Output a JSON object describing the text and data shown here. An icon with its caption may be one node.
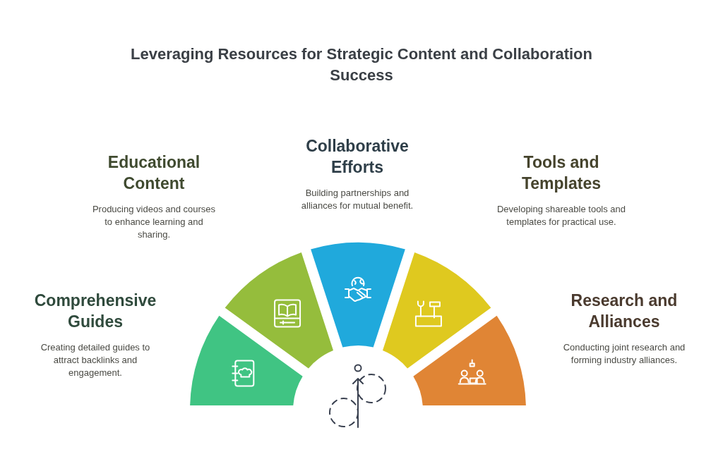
{
  "diagram": {
    "title": "Leveraging Resources for Strategic Content and Collaboration Success",
    "nodes": [
      {
        "text": [
          "Comprehensive Guides",
          "Creating detailed guides to attract backlinks and engagement."
        ]
      },
      {
        "text": [
          "Educational Content",
          "Producing videos and courses to enhance learning and sharing."
        ]
      },
      {
        "text": [
          "Collaborative Efforts",
          "Building partnerships and alliances for mutual benefit."
        ]
      },
      {
        "text": [
          "Tools and Templates",
          "Developing shareable tools and templates for practical use."
        ]
      },
      {
        "text": [
          "Research and Alliances",
          "Conducting joint research and forming industry alliances."
        ]
      }
    ]
  }
}
